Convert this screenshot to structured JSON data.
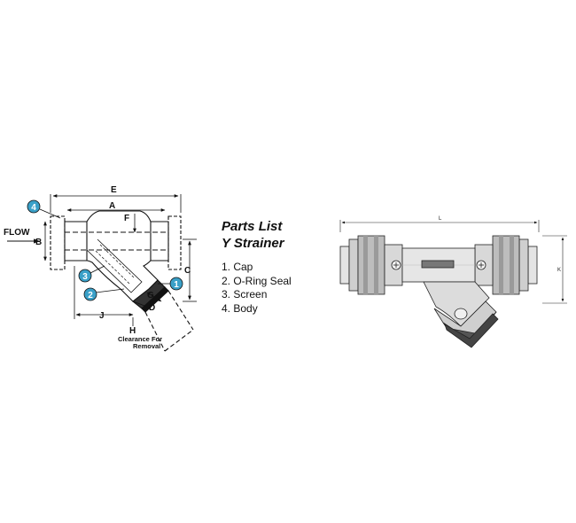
{
  "parts_list": {
    "title": "Parts List",
    "subtitle": "Y Strainer",
    "items": [
      {
        "label": "1. Cap"
      },
      {
        "label": "2. O-Ring Seal"
      },
      {
        "label": "3. Screen"
      },
      {
        "label": "4. Body"
      }
    ]
  },
  "left_diagram": {
    "flow_label": "FLOW",
    "dimensions": {
      "A": "A",
      "B": "B",
      "C": "C",
      "D": "D",
      "E": "E",
      "F": "F",
      "G": "G",
      "H": "H",
      "J": "J"
    },
    "clearance_line1": "Clearance For",
    "clearance_line2": "Removal",
    "callouts": [
      {
        "number": "1"
      },
      {
        "number": "2"
      },
      {
        "number": "3"
      },
      {
        "number": "4"
      }
    ],
    "callout_color": "#3aa0c8"
  },
  "right_diagram": {
    "dimension_L": "L",
    "dimension_K": "K"
  }
}
